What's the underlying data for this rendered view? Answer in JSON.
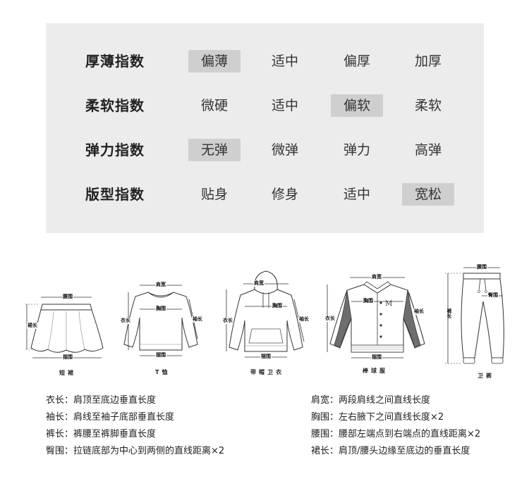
{
  "index_table": {
    "rows": [
      {
        "label": "厚薄指数",
        "options": [
          "偏薄",
          "适中",
          "偏厚",
          "加厚"
        ],
        "selected": 0
      },
      {
        "label": "柔软指数",
        "options": [
          "微硬",
          "适中",
          "偏软",
          "柔软"
        ],
        "selected": 2
      },
      {
        "label": "弹力指数",
        "options": [
          "无弹",
          "微弹",
          "弹力",
          "高弹"
        ],
        "selected": 0
      },
      {
        "label": "版型指数",
        "options": [
          "贴身",
          "修身",
          "适中",
          "宽松"
        ],
        "selected": 3
      }
    ]
  },
  "garments": [
    {
      "name": "短裙",
      "measure_labels": [
        "腰围",
        "裙长",
        "摆围"
      ]
    },
    {
      "name": "T恤",
      "measure_labels": [
        "肩宽",
        "胸围",
        "衣长",
        "袖长",
        "摆围"
      ]
    },
    {
      "name": "带帽卫衣",
      "measure_labels": [
        "肩宽",
        "胸围",
        "衣长",
        "袖长",
        "摆围"
      ]
    },
    {
      "name": "棒球服",
      "measure_labels": [
        "肩宽",
        "胸围",
        "衣长",
        "袖长",
        "摆围"
      ]
    },
    {
      "name": "卫裤",
      "measure_labels": [
        "腰围",
        "臀围",
        "裤长"
      ]
    }
  ],
  "legend": {
    "left": [
      "衣长：肩顶至底边垂直长度",
      "袖长：肩线至袖子底部垂直长度",
      "裤长：裤腰至裤脚垂直长度",
      "臀围：拉链底部为中心到两侧的直线距离×2"
    ],
    "right": [
      "肩宽：两段肩线之间直线长度",
      "胸围：左右腋下之间直线长度×2",
      "腰围：腰部左端点到右端点的直线距离×2",
      "裙长：肩顶/腰头边缘至底边的垂直长度"
    ]
  }
}
